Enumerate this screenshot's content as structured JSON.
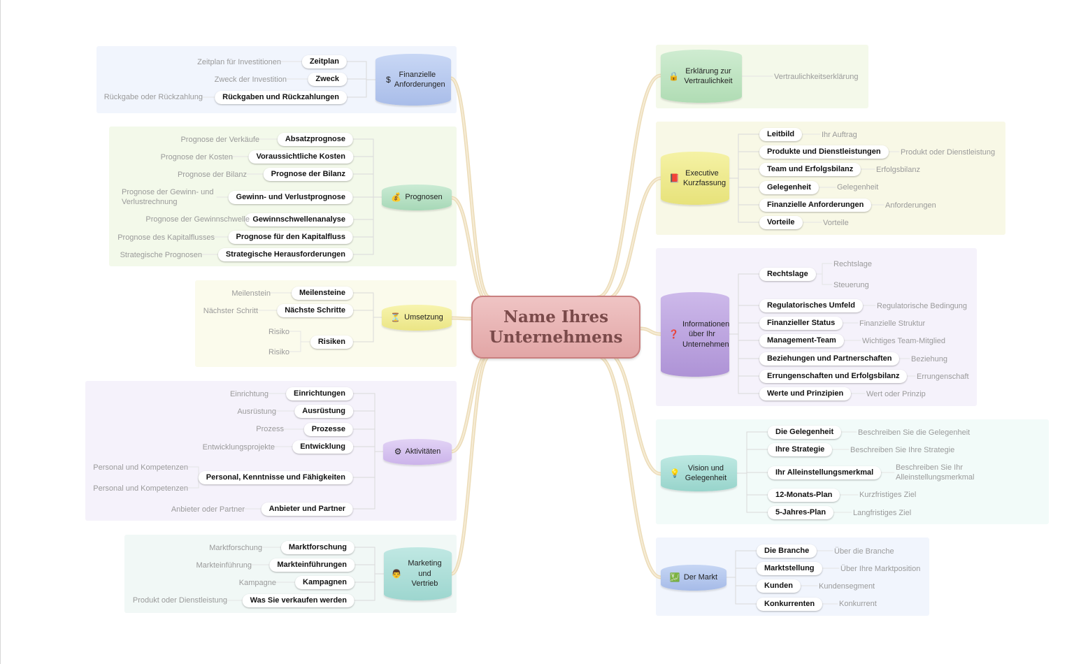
{
  "central": "Name Ihres Unternehmens",
  "topics": {
    "finanzielle": {
      "label": "Finanzielle Anforderungen",
      "icon": "$"
    },
    "prognosen": {
      "label": "Prognosen",
      "icon": "💰"
    },
    "umsetzung": {
      "label": "Umsetzung",
      "icon": "⏳"
    },
    "aktivitaeten": {
      "label": "Aktivitäten",
      "icon": "⚙"
    },
    "marketing": {
      "label": "Marketing und Vertrieb",
      "icon": "👨"
    },
    "erklaerung": {
      "label": "Erklärung zur Vertraulichkeit",
      "icon": "🔒"
    },
    "executive": {
      "label": "Executive Kurzfassung",
      "icon": "📕"
    },
    "informationen": {
      "label": "Informationen über Ihr Unternehmen",
      "icon": "❓"
    },
    "vision": {
      "label": "Vision und Gelegenheit",
      "icon": "💡"
    },
    "markt": {
      "label": "Der Markt",
      "icon": "💹"
    }
  },
  "subtopics": {
    "zeitplan": "Zeitplan",
    "zweck": "Zweck",
    "rueckgaben": "Rückgaben und Rückzahlungen",
    "absatz": "Absatzprognose",
    "kosten": "Voraussichtliche Kosten",
    "bilanz": "Prognose der Bilanz",
    "guv": "Gewinn- und Verlustprognose",
    "gewinnschwelle": "Gewinnschwellenanalyse",
    "kapitalfluss": "Prognose für den Kapitalfluss",
    "strategische": "Strategische Herausforderungen",
    "meilensteine": "Meilensteine",
    "naechste": "Nächste Schritte",
    "risiken": "Risiken",
    "einrichtungen": "Einrichtungen",
    "ausruestung": "Ausrüstung",
    "prozesse": "Prozesse",
    "entwicklung": "Entwicklung",
    "personal": "Personal, Kenntnisse und Fähigkeiten",
    "anbieter": "Anbieter und Partner",
    "marktforschung": "Marktforschung",
    "markteinfuehrungen": "Markteinführungen",
    "kampagnen": "Kampagnen",
    "verkaufen": "Was Sie verkaufen werden",
    "leitbild": "Leitbild",
    "produkte": "Produkte und Dienstleistungen",
    "team": "Team und Erfolgsbilanz",
    "gelegenheit": "Gelegenheit",
    "fin_anf": "Finanzielle Anforderungen",
    "vorteile": "Vorteile",
    "rechtslage": "Rechtslage",
    "regulatorisch": "Regulatorisches Umfeld",
    "fin_status": "Finanzieller Status",
    "management": "Management-Team",
    "beziehungen": "Beziehungen und Partnerschaften",
    "errungenschaften": "Errungenschaften und Erfolgsbilanz",
    "werte": "Werte und Prinzipien",
    "die_gelegenheit": "Die Gelegenheit",
    "strategie": "Ihre Strategie",
    "alleinstellung": "Ihr Alleinstellungsmerkmal",
    "plan12": "12-Monats-Plan",
    "plan5": "5-Jahres-Plan",
    "branche": "Die Branche",
    "marktstellung": "Marktstellung",
    "kunden": "Kunden",
    "konkurrenten": "Konkurrenten"
  },
  "leaves": {
    "zeitplan": "Zeitplan für Investitionen",
    "zweck": "Zweck der Investition",
    "rueckgaben": "Rückgabe oder Rückzahlung",
    "absatz": "Prognose der Verkäufe",
    "kosten": "Prognose der Kosten",
    "bilanz": "Prognose der Bilanz",
    "guv": "Prognose der Gewinn- und Verlustrechnung",
    "gewinnschwelle": "Prognose der Gewinnschwelle",
    "kapitalfluss": "Prognose des Kapitalflusses",
    "strategische": "Strategische Prognosen",
    "meilensteine": "Meilenstein",
    "naechste": "Nächster Schritt",
    "risiko1": "Risiko",
    "risiko2": "Risiko",
    "einrichtungen": "Einrichtung",
    "ausruestung": "Ausrüstung",
    "prozesse": "Prozess",
    "entwicklung": "Entwicklungsprojekte",
    "personal1": "Personal und Kompetenzen",
    "personal2": "Personal und Kompetenzen",
    "anbieter": "Anbieter oder Partner",
    "marktforschung": "Marktforschung",
    "markteinfuehrungen": "Markteinführung",
    "kampagnen": "Kampagne",
    "verkaufen": "Produkt oder Dienstleistung",
    "erklaerung": "Vertraulichkeitserklärung",
    "leitbild": "Ihr Auftrag",
    "produkte": "Produkt oder Dienstleistung",
    "team": "Erfolgsbilanz",
    "gelegenheit": "Gelegenheit",
    "fin_anf": "Anforderungen",
    "vorteile": "Vorteile",
    "rechtslage1": "Rechtslage",
    "rechtslage2": "Steuerung",
    "regulatorisch": "Regulatorische Bedingung",
    "fin_status": "Finanzielle Struktur",
    "management": "Wichtiges Team-Mitglied",
    "beziehungen": "Beziehung",
    "errungenschaften": "Errungenschaft",
    "werte": "Wert oder Prinzip",
    "die_gelegenheit": "Beschreiben Sie die Gelegenheit",
    "strategie": "Beschreiben Sie Ihre Strategie",
    "alleinstellung": "Beschreiben Sie Ihr Alleinstellungsmerkmal",
    "plan12": "Kurzfristiges Ziel",
    "plan5": "Langfristiges Ziel",
    "branche": "Über die Branche",
    "marktstellung": "Über Ihre Marktposition",
    "kunden": "Kundensegment",
    "konkurrenten": "Konkurrent"
  },
  "colors": {
    "central": "#e8b4b4",
    "finanzielle": "#b7c9ee",
    "prognosen": "#b8e2c6",
    "umsetzung": "#f2ee9a",
    "aktivitaeten": "#d6c2ef",
    "marketing": "#aedfd9",
    "erklaerung": "#bfe5c2",
    "executive": "#efeb8c",
    "informationen": "#bda5e0",
    "vision": "#aadfd8",
    "markt": "#b6c8ed",
    "connector": "#ecdcb8"
  }
}
